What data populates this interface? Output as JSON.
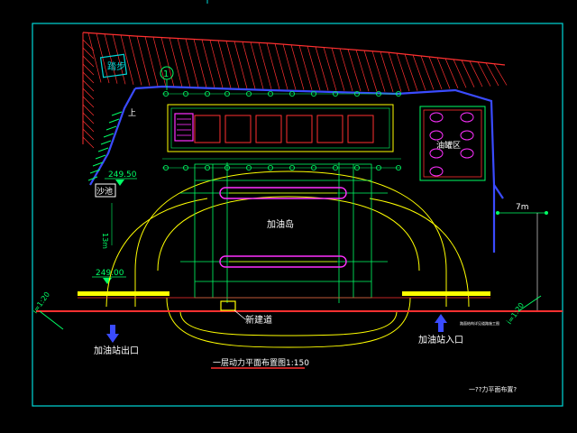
{
  "labels": {
    "north_mark": "1",
    "top_left_box": "踏步",
    "shang": "上",
    "sand_pool": "沙池",
    "elev_top": "249.50",
    "elev_bottom": "249.00",
    "slope_left": "i=1:20",
    "slope_right": "i=1:20",
    "vertical_dim": "13m",
    "right_dim": "7m",
    "canopy": "加油岛",
    "oil_tank": "油罐区",
    "new_road": "新建道",
    "exit": "加油站出口",
    "entrance": "加油站入口",
    "plan_title": "一层动力平面布置图1:150",
    "corner_note": "一??力平面布置?",
    "right_small_note": "路面结构详见道路施工图"
  },
  "colors": {
    "frame": "#00d8d8",
    "wall": "#3a4bff",
    "hatch": "#ff3030",
    "yellow": "#ffff00",
    "green": "#00ff66",
    "magenta": "#ff30ff",
    "white": "#ffffff"
  },
  "icons": {
    "arrow": "down-arrow-icon"
  }
}
